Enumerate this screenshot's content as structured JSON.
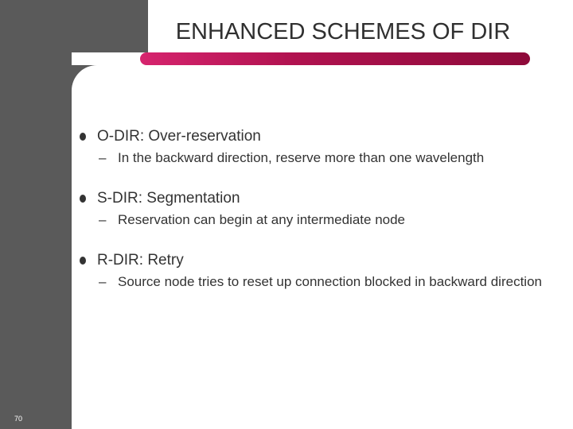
{
  "slide": {
    "title": "ENHANCED SCHEMES OF DIR",
    "page_number": "70",
    "bullets": [
      {
        "text": "O-DIR: Over-reservation",
        "sub": [
          "In the backward direction, reserve more than one wavelength"
        ]
      },
      {
        "text": "S-DIR: Segmentation",
        "sub": [
          "Reservation can begin at any intermediate node"
        ]
      },
      {
        "text": "R-DIR: Retry",
        "sub": [
          "Source node tries to reset up connection blocked in backward direction"
        ]
      }
    ],
    "sub_marker": "–",
    "colors": {
      "sidebar": "#5a5a5a",
      "accent": "#b0124f",
      "text": "#333333"
    }
  }
}
